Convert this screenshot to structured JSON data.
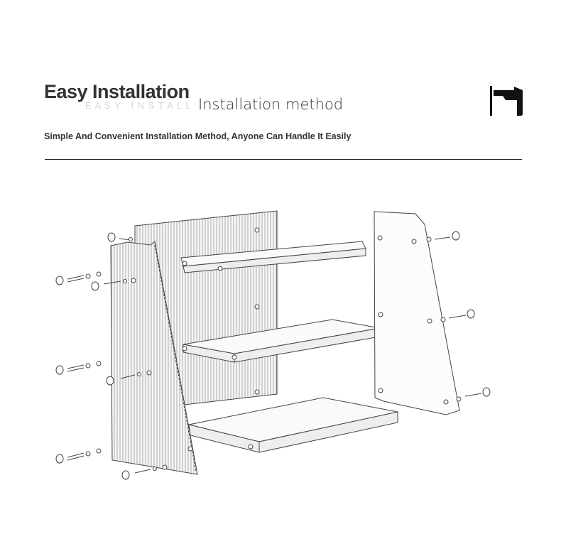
{
  "header": {
    "title": "Easy Installation",
    "subtitle": "Installation method",
    "description": "Simple And Convenient Installation Method, Anyone Can Handle It Easily"
  },
  "colors": {
    "text": "#333333",
    "line": "#222222",
    "panel_fill": "#f4f4f4",
    "panel_stroke": "#444444"
  },
  "icons": {
    "logo": "flag-icon",
    "illustration": "exploded-shelf-assembly"
  }
}
